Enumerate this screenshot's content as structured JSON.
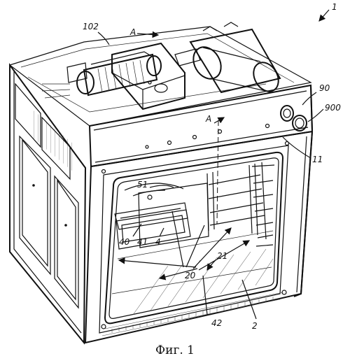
{
  "caption": "Фиг. 1",
  "labels": {
    "l1": "1",
    "l102": "102",
    "lA_top": "A",
    "lA_mid": "A",
    "l90": "90",
    "l900": "900",
    "l11": "11",
    "l51": "51",
    "l40": "40",
    "l41": "41",
    "l4": "4",
    "l20": "20",
    "l21": "21",
    "l42": "42",
    "l2": "2"
  }
}
